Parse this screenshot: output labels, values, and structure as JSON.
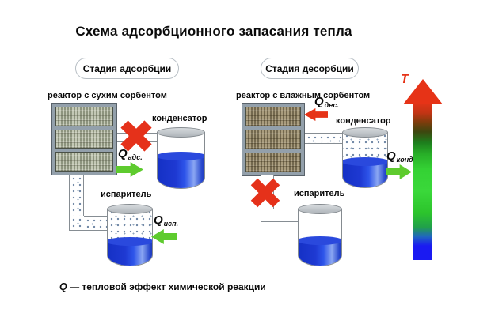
{
  "title": "Схема адсорбционного запасания тепла",
  "stages": {
    "adsorption": "Стадия адсорбции",
    "desorption": "Стадия десорбции"
  },
  "left": {
    "reactor_label": "реактор с сухим сорбентом",
    "condenser_label": "конденсатор",
    "evaporator_label": "испаритель",
    "q_ads": {
      "main": "Q",
      "sub": "адс."
    },
    "q_evap": {
      "main": "Q",
      "sub": "исп."
    }
  },
  "right": {
    "reactor_label": "реактор с влажным сорбентом",
    "condenser_label": "конденсатор",
    "evaporator_label": "испаритель",
    "q_des": {
      "main": "Q",
      "sub": "дес."
    },
    "q_cond": {
      "main": "Q",
      "sub": "конд."
    }
  },
  "temperature_axis": {
    "label": "T"
  },
  "caption": {
    "symbol": "Q",
    "text": " — тепловой эффект химической реакции"
  },
  "colors": {
    "hot-red": "#e63317",
    "heat-green": "#5ecb2e",
    "liquid-blue": "#1e39d2",
    "frame-gray": "#93a0ab",
    "vapor-dot": "#6e86a4"
  }
}
